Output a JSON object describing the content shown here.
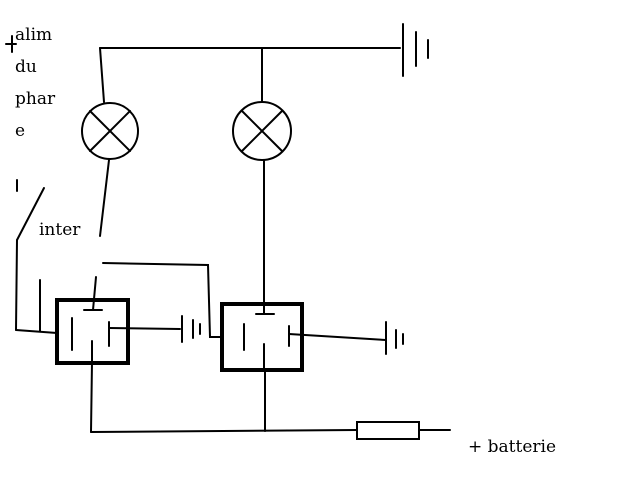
{
  "labels": {
    "alim_line1": "alim",
    "alim_line2": "du",
    "alim_line3": "phar",
    "alim_line4": "e",
    "switch": "inter",
    "battery": "+ batterie"
  },
  "colors": {
    "background": "#ffffff",
    "ink": "#000000"
  },
  "components": {
    "lamps": [
      "lamp-left",
      "lamp-right"
    ],
    "relays": [
      "relay-left",
      "relay-right"
    ],
    "ground_symbols": [
      "ground-top",
      "ground-relay-left",
      "ground-relay-right"
    ],
    "fuse": "fuse"
  }
}
